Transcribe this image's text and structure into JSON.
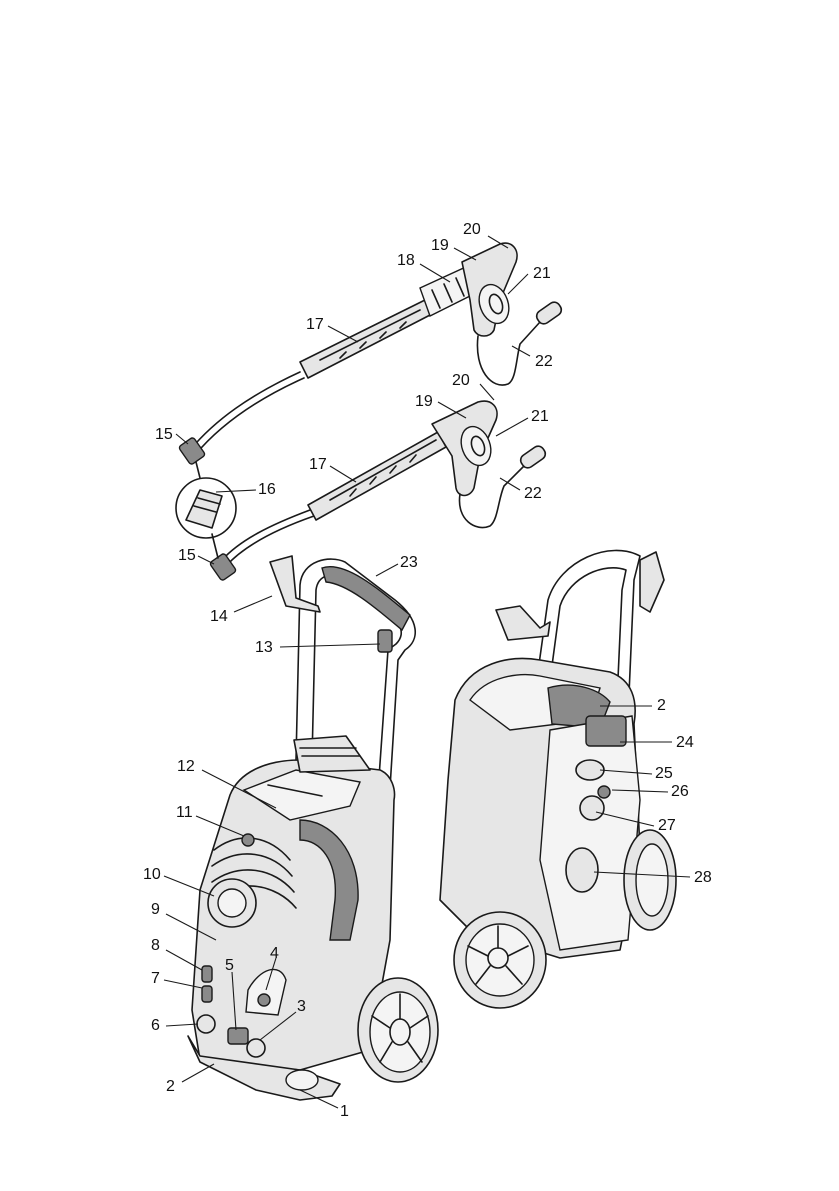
{
  "callouts": [
    {
      "id": "c20a",
      "text": "20"
    },
    {
      "id": "c19a",
      "text": "19"
    },
    {
      "id": "c18",
      "text": "18"
    },
    {
      "id": "c21a",
      "text": "21"
    },
    {
      "id": "c17a",
      "text": "17"
    },
    {
      "id": "c22a",
      "text": "22"
    },
    {
      "id": "c20b",
      "text": "20"
    },
    {
      "id": "c19b",
      "text": "19"
    },
    {
      "id": "c21b",
      "text": "21"
    },
    {
      "id": "c15a",
      "text": "15"
    },
    {
      "id": "c17b",
      "text": "17"
    },
    {
      "id": "c16",
      "text": "16"
    },
    {
      "id": "c22b",
      "text": "22"
    },
    {
      "id": "c15b",
      "text": "15"
    },
    {
      "id": "c23",
      "text": "23"
    },
    {
      "id": "c14",
      "text": "14"
    },
    {
      "id": "c13",
      "text": "13"
    },
    {
      "id": "c2b",
      "text": "2"
    },
    {
      "id": "c24",
      "text": "24"
    },
    {
      "id": "c12",
      "text": "12"
    },
    {
      "id": "c25",
      "text": "25"
    },
    {
      "id": "c26",
      "text": "26"
    },
    {
      "id": "c11",
      "text": "11"
    },
    {
      "id": "c27",
      "text": "27"
    },
    {
      "id": "c10",
      "text": "10"
    },
    {
      "id": "c28",
      "text": "28"
    },
    {
      "id": "c9",
      "text": "9"
    },
    {
      "id": "c8",
      "text": "8"
    },
    {
      "id": "c4",
      "text": "4"
    },
    {
      "id": "c7",
      "text": "7"
    },
    {
      "id": "c5",
      "text": "5"
    },
    {
      "id": "c3",
      "text": "3"
    },
    {
      "id": "c6",
      "text": "6"
    },
    {
      "id": "c2a",
      "text": "2"
    },
    {
      "id": "c1",
      "text": "1"
    }
  ]
}
